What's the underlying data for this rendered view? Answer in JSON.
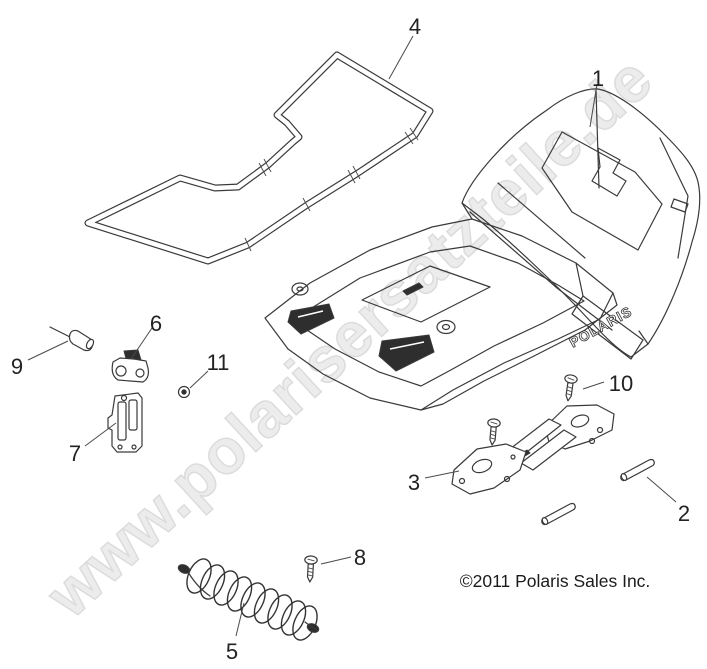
{
  "watermark": {
    "text": "www.polarisersatzteile.de",
    "fill": "#ececec",
    "outline": "#dcdcdc"
  },
  "copyright": {
    "text": "©2011 Polaris Sales Inc."
  },
  "brand_logo": {
    "text": "POLARIS"
  },
  "colors": {
    "background": "#ffffff",
    "line": "#3a3a3a",
    "dark_fill": "#2e2e2e",
    "callout_text": "#222222",
    "copyright_text": "#1b1b1b"
  },
  "callouts": [
    {
      "label": "1"
    },
    {
      "label": "2"
    },
    {
      "label": "3"
    },
    {
      "label": "4"
    },
    {
      "label": "5"
    },
    {
      "label": "6"
    },
    {
      "label": "7"
    },
    {
      "label": "8"
    },
    {
      "label": "9"
    },
    {
      "label": "10"
    },
    {
      "label": "11"
    }
  ]
}
